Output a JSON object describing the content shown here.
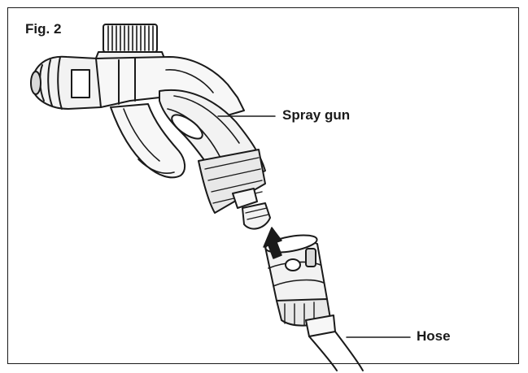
{
  "figure": {
    "title": "Fig. 2"
  },
  "labels": {
    "spray_gun": "Spray gun",
    "hose": "Hose"
  },
  "icons": {
    "arrow": "arrow-up-icon"
  },
  "colors": {
    "line": "#1a1a1a",
    "fill_light": "#f2f2f2",
    "fill_mid": "#d9d9d9"
  }
}
